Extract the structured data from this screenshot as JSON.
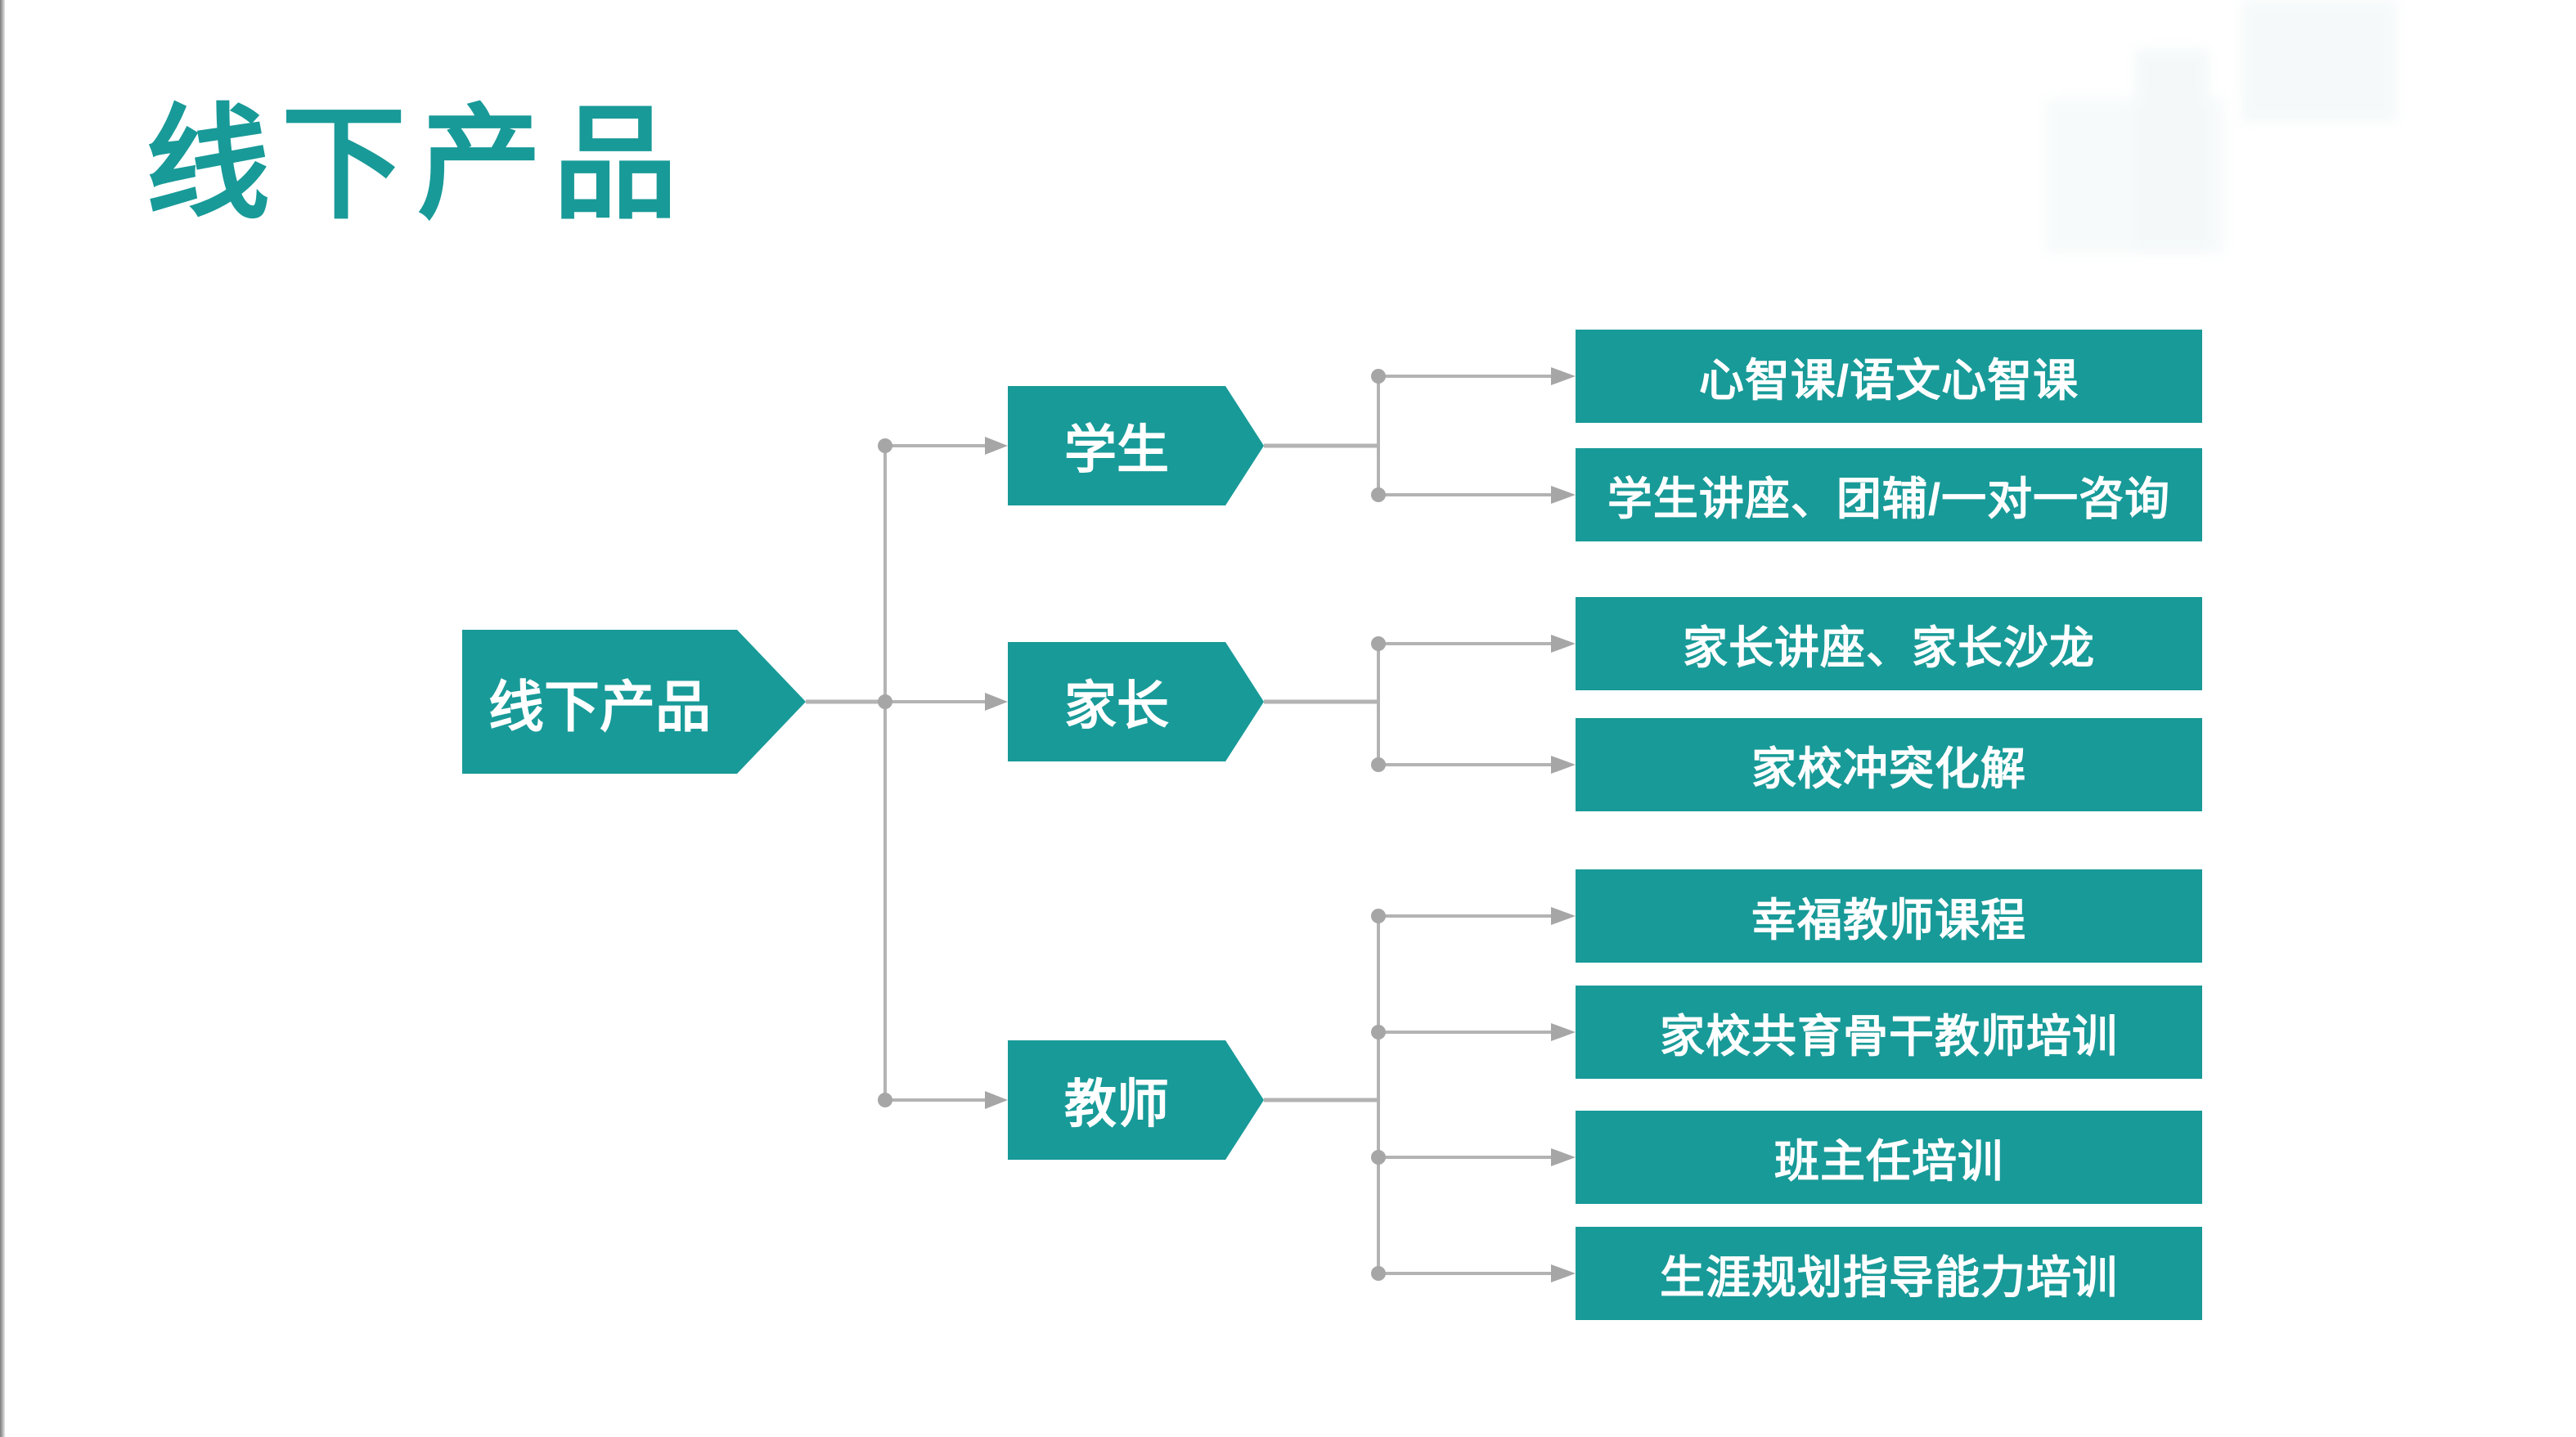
{
  "page": {
    "title": "线下产品"
  },
  "colors": {
    "teal": "#189a98",
    "line": "#b3b3b3",
    "dot": "#a6a6a6",
    "label_text": "#ffffff"
  },
  "diagram": {
    "type": "tree",
    "direction": "left-to-right",
    "root": {
      "label": "线下产品"
    },
    "branches": [
      {
        "label": "学生",
        "children": [
          "心智课/语文心智课",
          "学生讲座、团辅/一对一咨询"
        ]
      },
      {
        "label": "家长",
        "children": [
          "家长讲座、家长沙龙",
          "家校冲突化解"
        ]
      },
      {
        "label": "教师",
        "children": [
          "幸福教师课程",
          "家校共育骨干教师培训",
          "班主任培训",
          "生涯规划指导能力培训"
        ]
      }
    ]
  }
}
